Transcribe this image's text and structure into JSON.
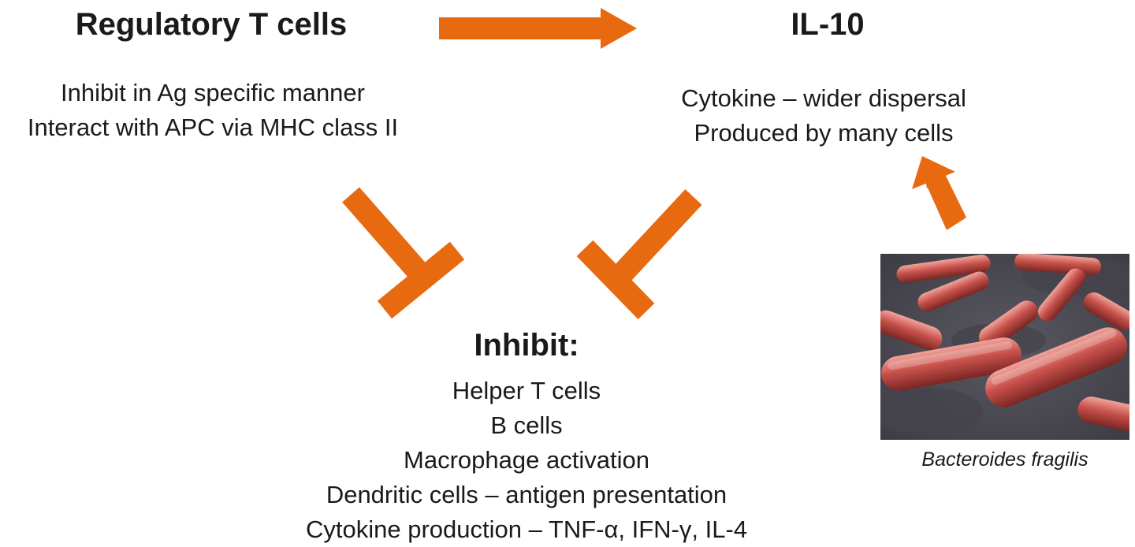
{
  "regulatory_t_cells": {
    "title": "Regulatory T cells",
    "lines": [
      "Inhibit in Ag specific manner",
      "Interact with APC via MHC class II"
    ]
  },
  "il10": {
    "title": "IL-10",
    "lines": [
      "Cytokine – wider dispersal",
      "Produced by many cells"
    ]
  },
  "inhibit": {
    "title": "Inhibit:",
    "items": [
      "Helper T cells",
      "B cells",
      "Macrophage activation",
      "Dendritic cells – antigen presentation",
      "Cytokine production – TNF-α, IFN-γ, IL-4"
    ]
  },
  "image": {
    "caption": "Bacteroides fragilis"
  },
  "colors": {
    "arrow": "#e86a10",
    "text": "#1a1a1a",
    "bacteria": "#c8514b",
    "background_dark": "#3b3a42"
  }
}
